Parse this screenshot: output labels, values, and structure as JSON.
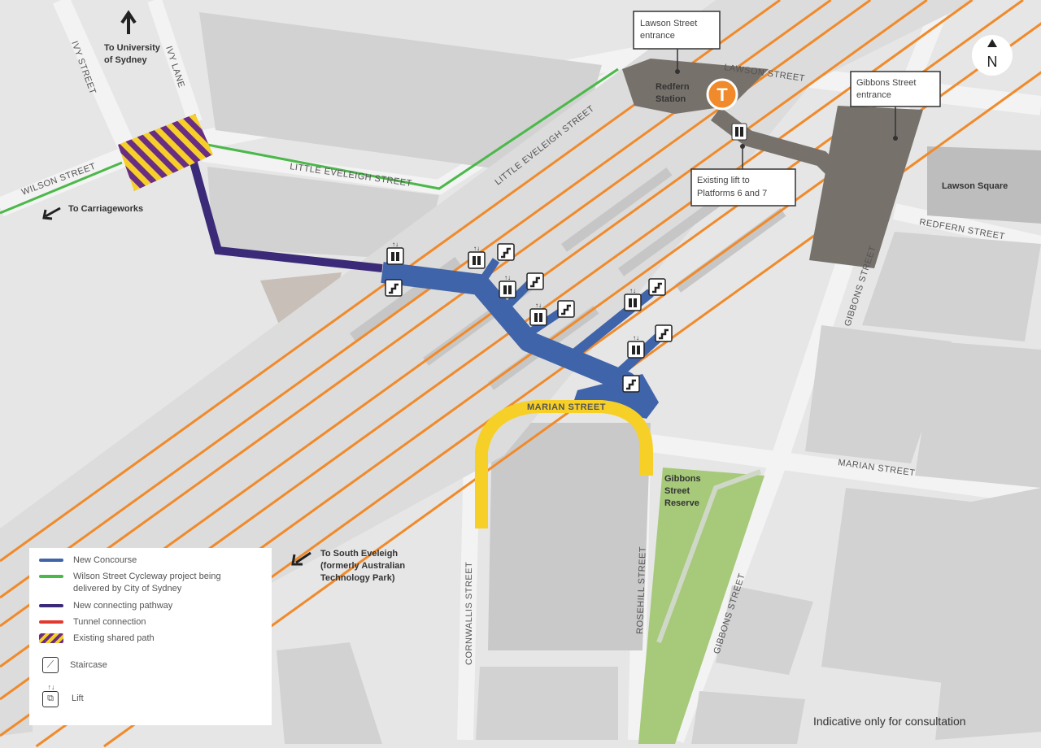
{
  "map": {
    "north_label": "N",
    "disclaimer": "Indicative only for consultation",
    "directions": {
      "university": [
        "To University",
        "of Sydney"
      ],
      "carriageworks": "To Carriageworks",
      "south_eveleigh": [
        "To South Eveleigh",
        "(formerly Australian",
        "Technology Park)"
      ]
    },
    "streets": {
      "ivy_street": "IVY STREET",
      "ivy_lane": "IVY LANE",
      "wilson_street": "WILSON STREET",
      "little_eveleigh_1": "LITTLE EVELEIGH STREET",
      "little_eveleigh_2": "LITTLE EVELEIGH STREET",
      "lawson_street": "LAWSON STREET",
      "redfern_street": "REDFERN STREET",
      "gibbons_street_1": "GIBBONS STREET",
      "gibbons_street_2": "GIBBONS STREET",
      "marian_street_1": "MARIAN STREET",
      "marian_street_2": "MARIAN STREET",
      "cornwallis_street": "CORNWALLIS STREET",
      "rosehill_street": "ROSEHILL STREET"
    },
    "places": {
      "redfern_station": [
        "Redfern",
        "Station"
      ],
      "station_badge": "T",
      "lawson_square": "Lawson Square",
      "gibbons_reserve": [
        "Gibbons",
        "Street",
        "Reserve"
      ]
    },
    "callouts": {
      "lawson_entrance": [
        "Lawson Street",
        "entrance"
      ],
      "gibbons_entrance": [
        "Gibbons Street",
        "entrance"
      ],
      "existing_lift": [
        "Existing lift to",
        "Platforms 6 and 7"
      ]
    },
    "colors": {
      "concourse": "#3f64a9",
      "cycleway": "#4bb84a",
      "pathway": "#3b2a78",
      "tunnel": "#e2392f",
      "shared_path_a": "#6a2d86",
      "shared_path_b": "#f6d026",
      "rail": "#f08a2a",
      "station": "#77716b",
      "marian_path": "#f6d026"
    }
  },
  "legend": {
    "items": [
      {
        "label": "New Concourse",
        "color": "#3f64a9"
      },
      {
        "label": "Wilson Street Cycleway project being delivered by City of Sydney",
        "color": "#4bb84a"
      },
      {
        "label": "New connecting pathway",
        "color": "#3b2a78"
      },
      {
        "label": "Tunnel connection",
        "color": "#e2392f"
      },
      {
        "label": "Existing shared path",
        "color": "striped"
      }
    ],
    "staircase": "Staircase",
    "lift": "Lift"
  }
}
